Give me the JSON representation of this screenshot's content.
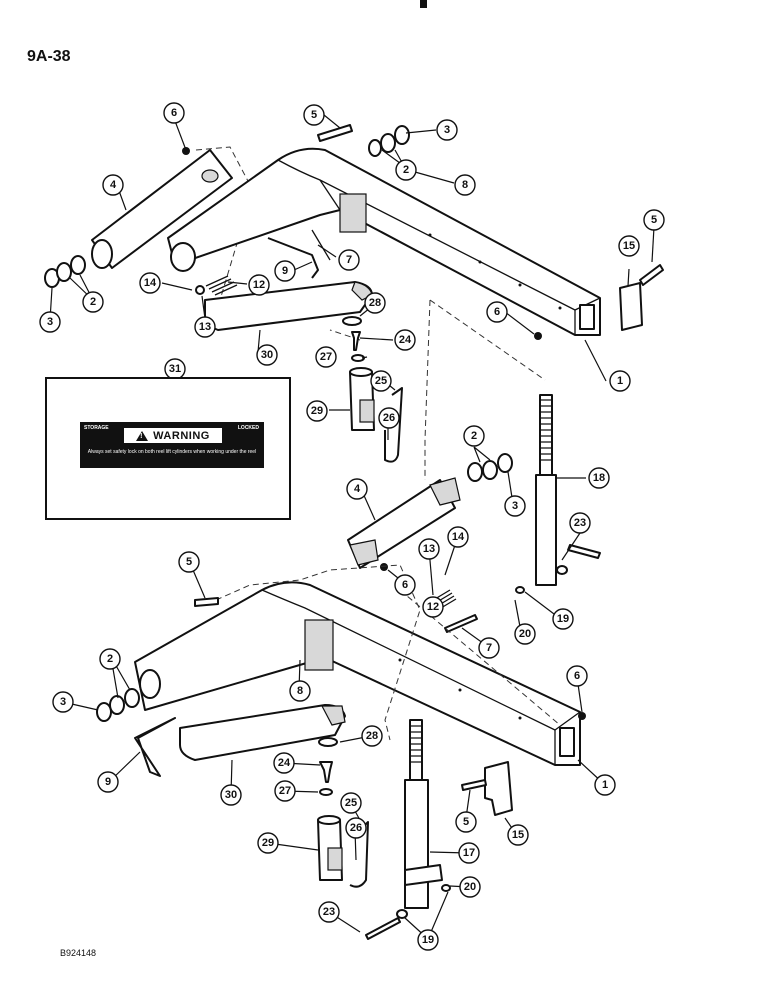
{
  "page_number": "9A-38",
  "figure_code": "B924148",
  "decal": {
    "callout": "31",
    "left_label": "STORAGE",
    "right_label": "LOCKED",
    "title": "WARNING",
    "message": "Always set safety lock on both reel lift cylinders when working under the reel"
  },
  "callouts": {
    "c1a": "1",
    "c1b": "1",
    "c2a": "2",
    "c2b": "2",
    "c2c": "2",
    "c2d": "2",
    "c3a": "3",
    "c3b": "3",
    "c3c": "3",
    "c3d": "3",
    "c4a": "4",
    "c4b": "4",
    "c5a": "5",
    "c5b": "5",
    "c5c": "5",
    "c5d": "5",
    "c6a": "6",
    "c6b": "6",
    "c6c": "6",
    "c6d": "6",
    "c7a": "7",
    "c7b": "7",
    "c8a": "8",
    "c8b": "8",
    "c9a": "9",
    "c9b": "9",
    "c12a": "12",
    "c12b": "12",
    "c13a": "13",
    "c13b": "13",
    "c14a": "14",
    "c14b": "14",
    "c15a": "15",
    "c15b": "15",
    "c17": "17",
    "c18": "18",
    "c19a": "19",
    "c19b": "19",
    "c20a": "20",
    "c20b": "20",
    "c23a": "23",
    "c23b": "23",
    "c24a": "24",
    "c24b": "24",
    "c25a": "25",
    "c25b": "25",
    "c26a": "26",
    "c26b": "26",
    "c27a": "27",
    "c27b": "27",
    "c28a": "28",
    "c28b": "28",
    "c29a": "29",
    "c29b": "29",
    "c30a": "30",
    "c30b": "30"
  }
}
